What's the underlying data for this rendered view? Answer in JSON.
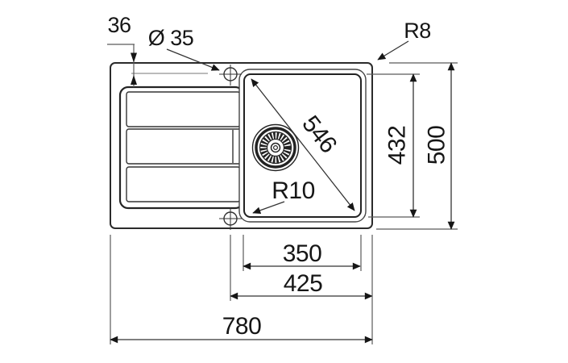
{
  "drawing": {
    "type": "sink-installation-dimension-drawing",
    "labels": {
      "faucet_center_offset": "36",
      "faucet_hole_diameter": "Ø 35",
      "outer_corner_radius": "R8",
      "bowl_diagonal": "546",
      "bowl_inner_depth": "432",
      "overall_depth": "500",
      "bowl_corner_radius": "R10",
      "bowl_inner_width": "350",
      "bowl_section_width": "425",
      "overall_width": "780"
    },
    "colors": {
      "outline": "#2b2b2b",
      "dimension_line": "#5a5a5a",
      "text": "#161616",
      "background": "#ffffff"
    }
  }
}
